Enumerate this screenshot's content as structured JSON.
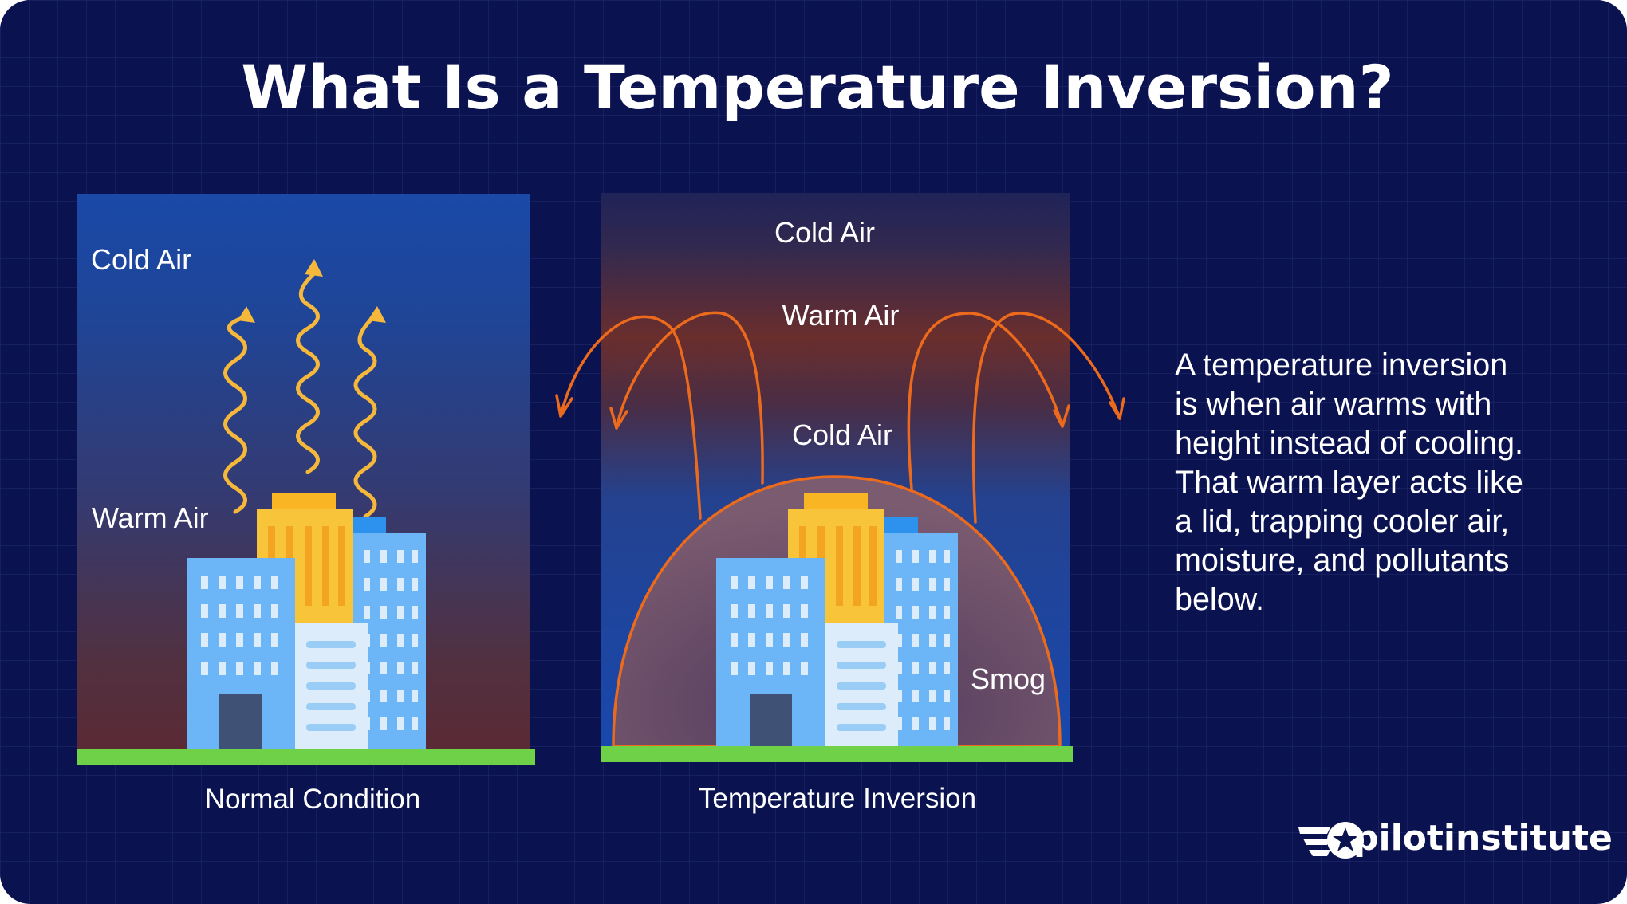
{
  "title": "What Is a Temperature Inversion?",
  "normal_panel": {
    "top_label": "Cold Air",
    "bottom_label": "Warm Air",
    "caption": "Normal Condition"
  },
  "inversion_panel": {
    "top_label": "Cold Air",
    "middle_label": "Warm Air",
    "lower_label": "Cold Air",
    "smog_label": "Smog",
    "caption": "Temperature Inversion"
  },
  "description": {
    "lines": [
      "A temperature inversion",
      "is when air warms with",
      "height instead of cooling.",
      "That warm layer acts like",
      "a lid, trapping cooler air,",
      "moisture, and pollutants",
      "below."
    ]
  },
  "brand": {
    "name": "pilotinstitute"
  },
  "colors": {
    "background": "#0b1250",
    "grid_line": "#1c2566",
    "cold_air": "#1a49a8",
    "warm_air": "#5a2a35",
    "ground": "#6fd148",
    "heat_arrow": "#f6b83b",
    "inversion_arrow": "#ec6a1b",
    "building_blue": "#6cb6f7",
    "building_yellow": "#f8c53a",
    "building_light": "#dcecfb"
  },
  "icons": {
    "heat_arrows": "wavy-up-arrow-icon",
    "inversion_arrows": "curved-arrow-icon",
    "logo": "winged-star-icon"
  }
}
